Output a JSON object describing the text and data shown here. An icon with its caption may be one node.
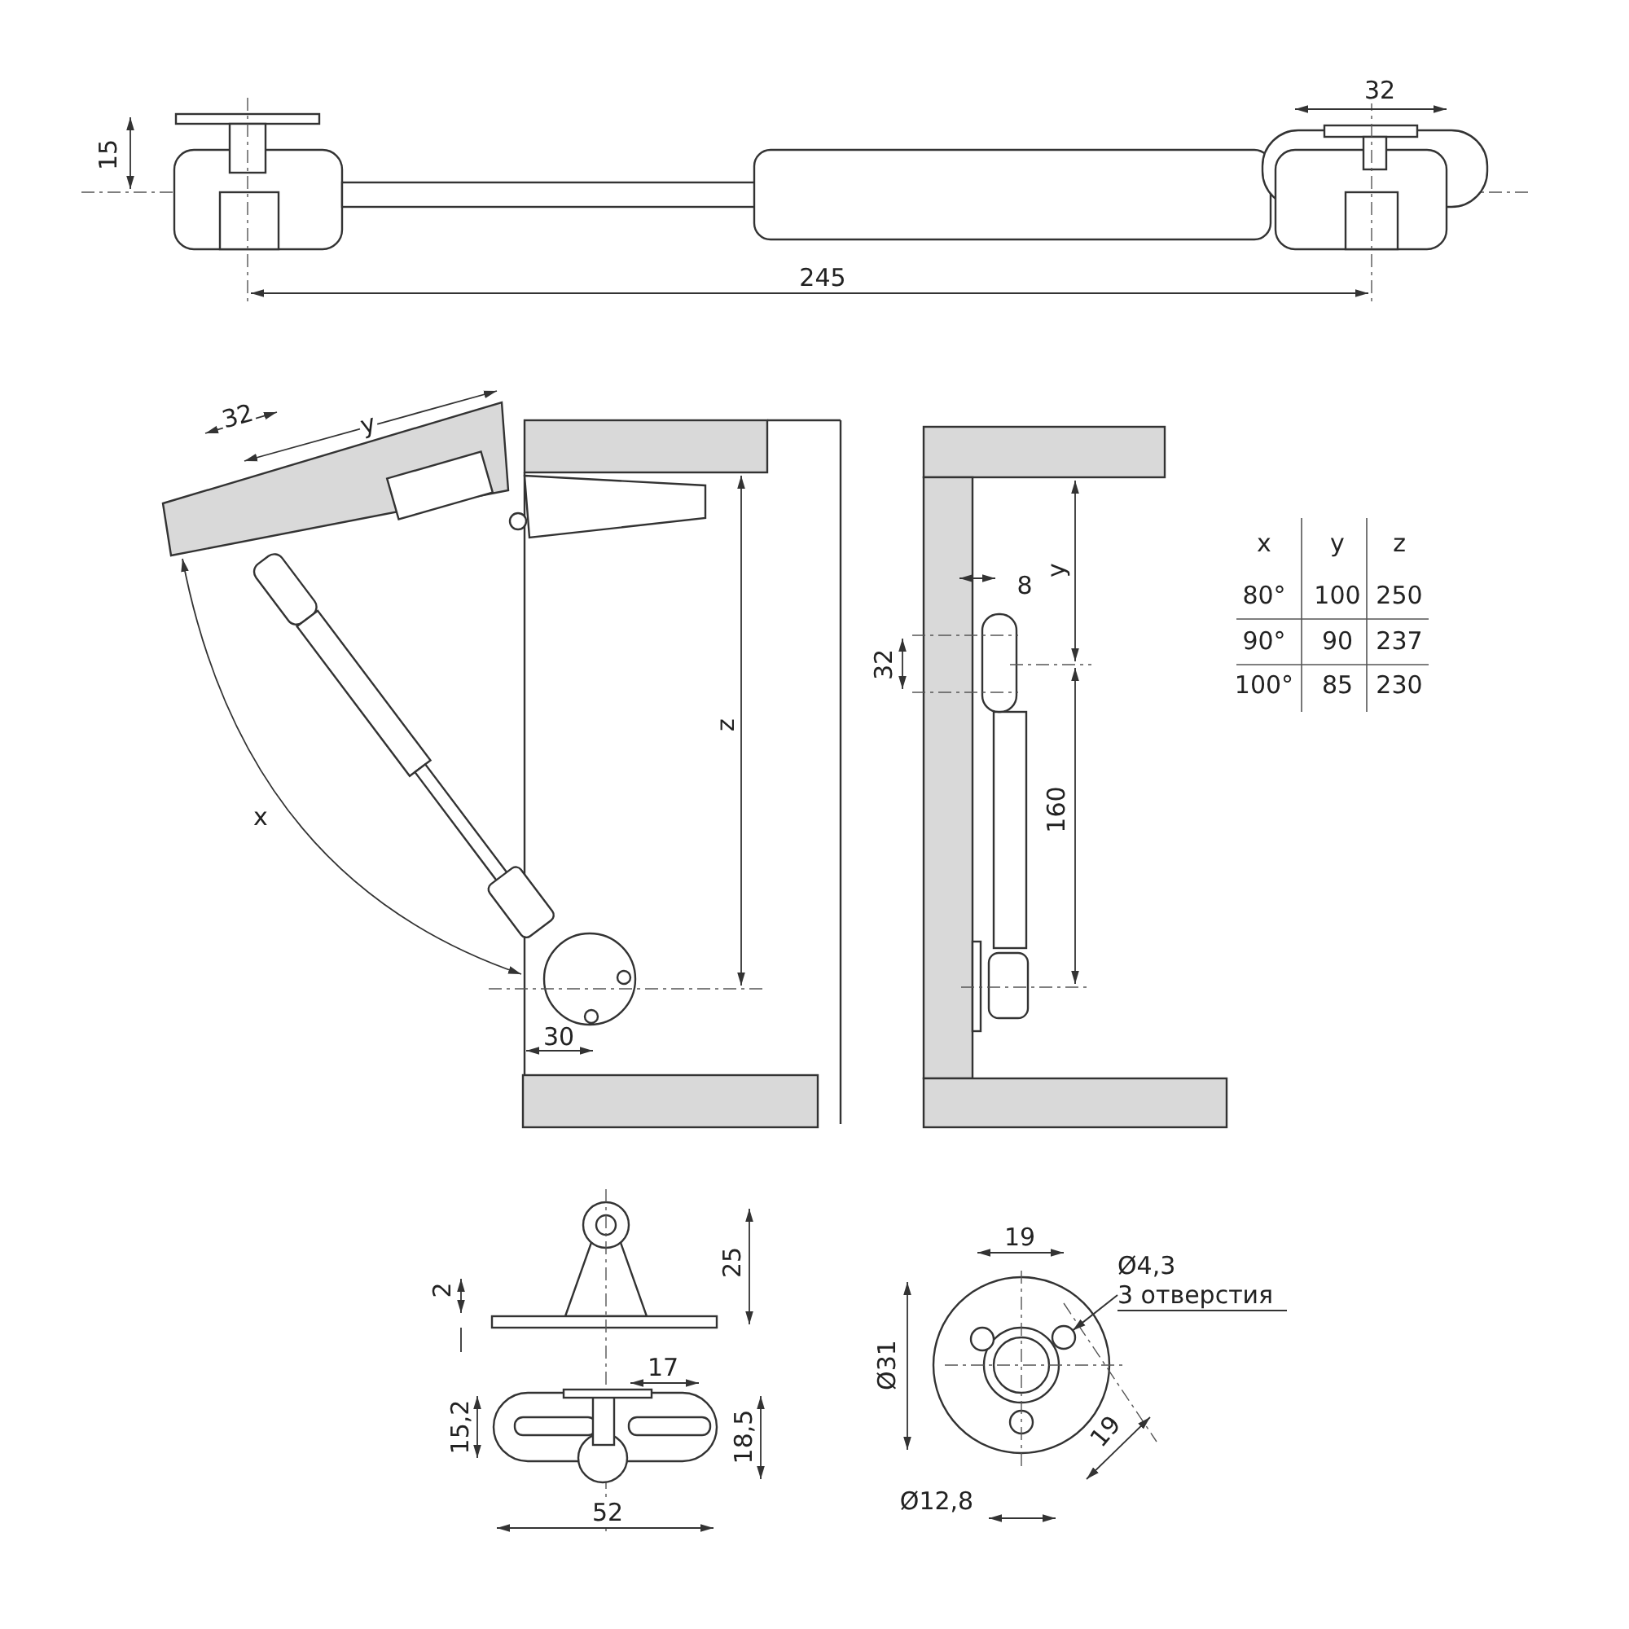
{
  "diagram": {
    "nodes": [
      {
        "text": [
          "Ø4,3",
          "3 отверстия"
        ]
      },
      {
        "text": [],
        "shape": "circle"
      }
    ],
    "edges": [
      {
        "from": 0,
        "to": 1,
        "arrow": "to"
      }
    ],
    "labels": [
      "32",
      "15",
      "245",
      "32",
      "y",
      "x",
      "z",
      "30",
      "8",
      "y",
      "32",
      "160",
      "x",
      "y",
      "z",
      "80°",
      "100",
      "250",
      "90°",
      "90",
      "237",
      "100°",
      "85",
      "230",
      "19",
      "25",
      "2",
      "17",
      "15,2",
      "18,5",
      "52",
      "Ø31",
      "19",
      "Ø12,8"
    ]
  }
}
